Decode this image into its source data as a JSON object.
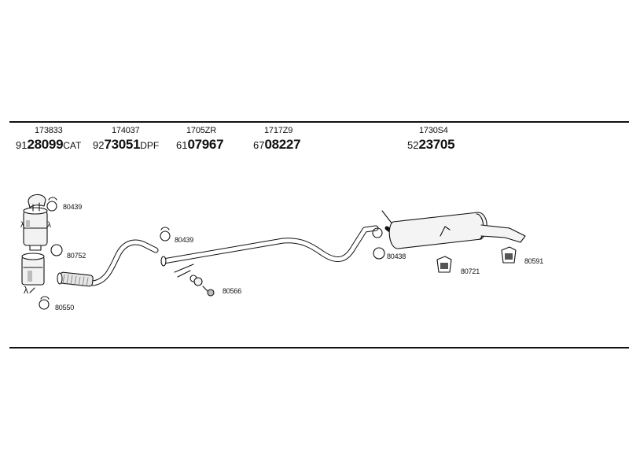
{
  "header_parts": [
    {
      "code": "173833",
      "prefix": "91",
      "main": "28099",
      "suffix": "CAT"
    },
    {
      "code": "174037",
      "prefix": "92",
      "main": "73051",
      "suffix": "DPF"
    },
    {
      "code": "1705ZR",
      "prefix": "61",
      "main": "07967",
      "suffix": ""
    },
    {
      "code": "1717Z9",
      "prefix": "67",
      "main": "08227",
      "suffix": ""
    },
    {
      "code": "1730S4",
      "prefix": "52",
      "main": "23705",
      "suffix": ""
    }
  ],
  "callouts": {
    "clamp_cat_top": "80439",
    "gasket_cat": "80752",
    "clamp_cat_bottom": "80550",
    "clamp_mid": "80439",
    "mount_mid": "80566",
    "clamp_rear": "80438",
    "hanger_rear_1": "80721",
    "hanger_rear_2": "80591"
  },
  "symbols": {
    "lambda": "λ"
  },
  "colors": {
    "line": "#111111",
    "part_fill": "#f2f2f2",
    "shade": "#bdbdbd"
  }
}
